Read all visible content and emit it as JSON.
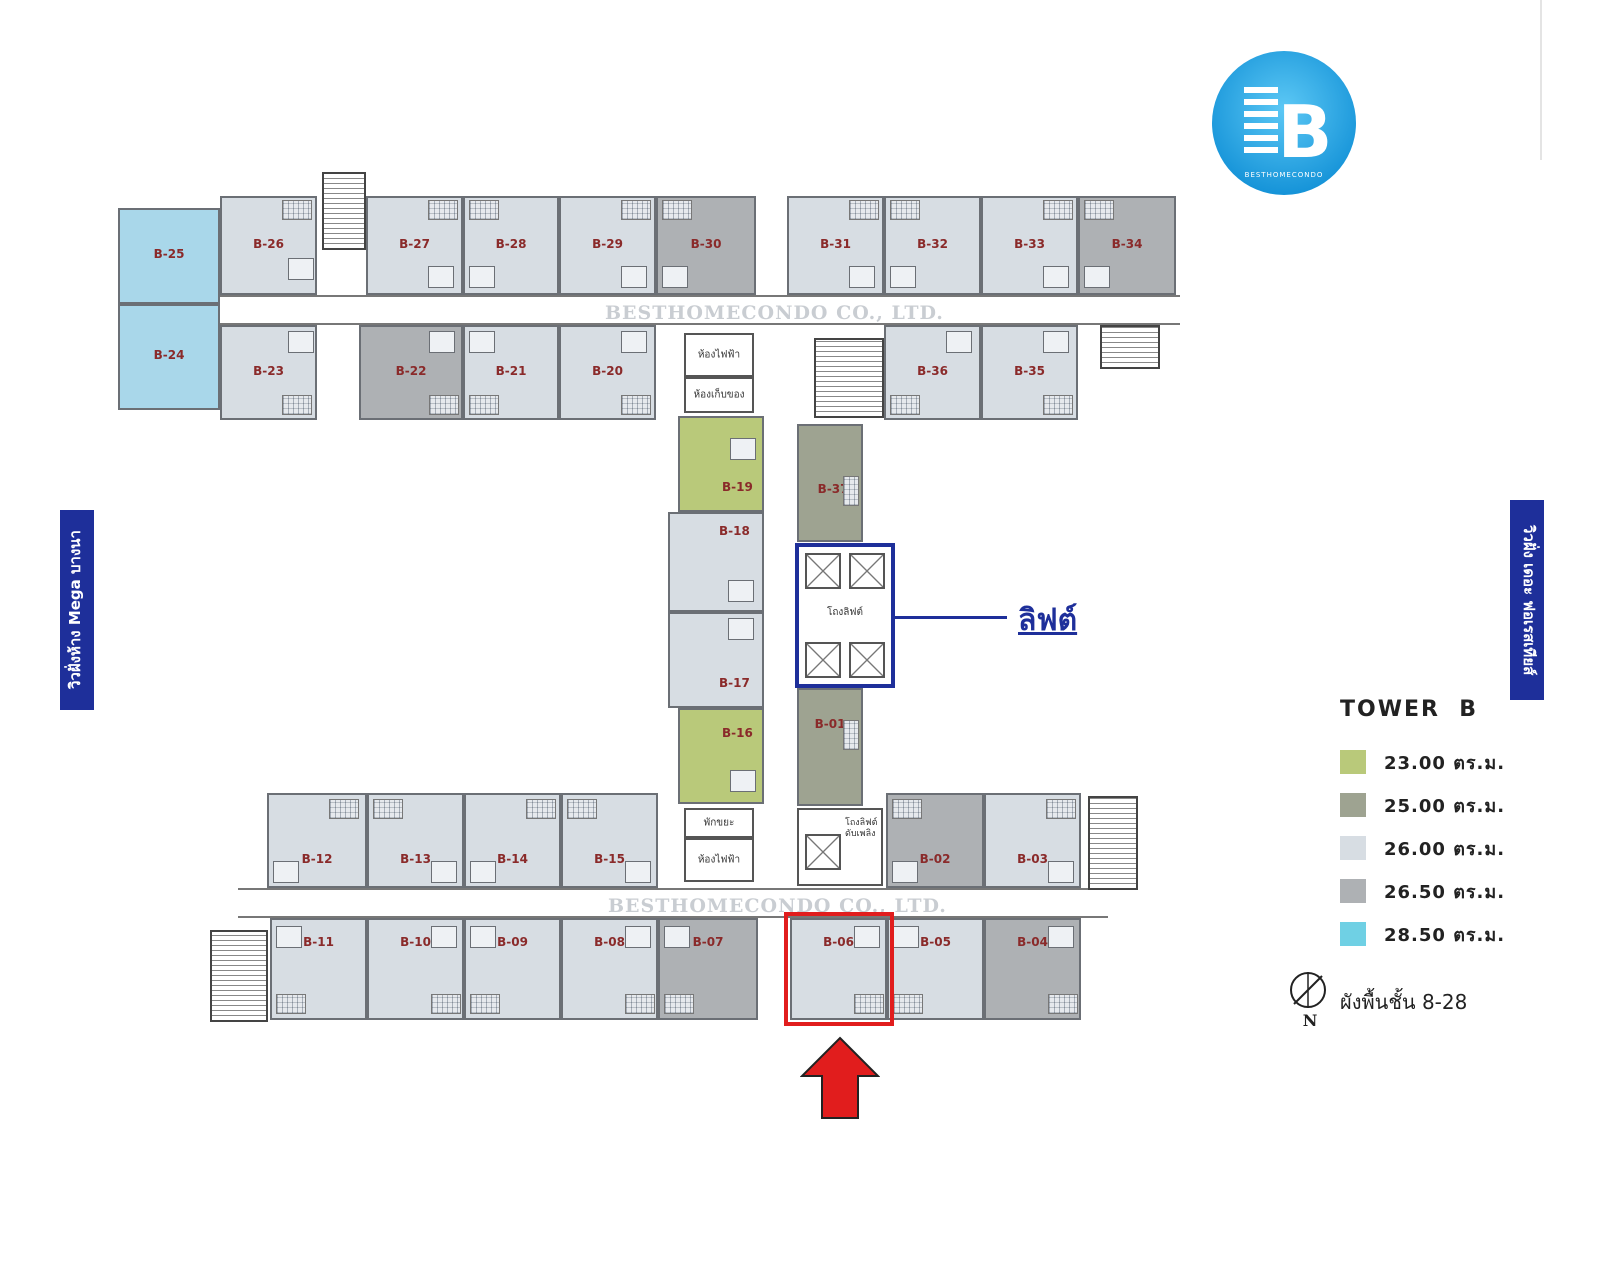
{
  "colors": {
    "size_23": "#b9c97a",
    "size_25": "#9ea391",
    "size_26": "#d7dde3",
    "size_26_5": "#aeb1b4",
    "size_28_5": "#a9d7ea",
    "unit_label": "#8a2a2a",
    "side_label_bg": "#1e2f9a",
    "lift_frame": "#1e2f9a",
    "highlight_red": "#e11d1d",
    "logo_blue": "#1fa3e0"
  },
  "logo": {
    "icon": "building-b-logo",
    "letter": "B",
    "text": "BESTHOMECONDO"
  },
  "watermarks": [
    "BESTHOMECONDO CO., LTD.",
    "BESTHOMECONDO CO., LTD."
  ],
  "side_labels": {
    "left": "วิวฝั่งห้าง Mega บางนา",
    "right": "วิวฝั่ง เดอะ ฟอเรสเทียส์"
  },
  "lift": {
    "label": "ลิฟต์",
    "lobby": "โถงลิฟต์"
  },
  "service_rooms": {
    "electric_top": "ห้องไฟฟ้า",
    "storage": "ห้องเก็บของ",
    "garbage": "พักขยะ",
    "electric_bottom": "ห้องไฟฟ้า",
    "fire_lift": "โถงลิฟต์ดับเพลิง"
  },
  "legend": {
    "title": "TOWER  B",
    "items": [
      {
        "label": "23.00  ตร.ม.",
        "color": "#b9c97a"
      },
      {
        "label": "25.00  ตร.ม.",
        "color": "#9ea391"
      },
      {
        "label": "26.00  ตร.ม.",
        "color": "#d7dde3"
      },
      {
        "label": "26.50  ตร.ม.",
        "color": "#aeb1b4"
      },
      {
        "label": "28.50  ตร.ม.",
        "color": "#6fd0e4"
      }
    ]
  },
  "compass": {
    "icon": "north-compass-icon",
    "letter": "N"
  },
  "floor_plan_label": "ผังพื้นชั้น 8-28",
  "highlighted_unit": "B-06",
  "units": {
    "b25": "B-25",
    "b24": "B-24",
    "b26": "B-26",
    "b23": "B-23",
    "b27": "B-27",
    "b28": "B-28",
    "b29": "B-29",
    "b30": "B-30",
    "b22": "B-22",
    "b21": "B-21",
    "b20": "B-20",
    "b31": "B-31",
    "b32": "B-32",
    "b33": "B-33",
    "b34": "B-34",
    "b36": "B-36",
    "b35": "B-35",
    "b19": "B-19",
    "b18": "B-18",
    "b17": "B-17",
    "b16": "B-16",
    "b37": "B-37",
    "b01": "B-01",
    "b12": "B-12",
    "b13": "B-13",
    "b14": "B-14",
    "b15": "B-15",
    "b02": "B-02",
    "b03": "B-03",
    "b11": "B-11",
    "b10": "B-10",
    "b09": "B-09",
    "b08": "B-08",
    "b07": "B-07",
    "b06": "B-06",
    "b05": "B-05",
    "b04": "B-04"
  }
}
